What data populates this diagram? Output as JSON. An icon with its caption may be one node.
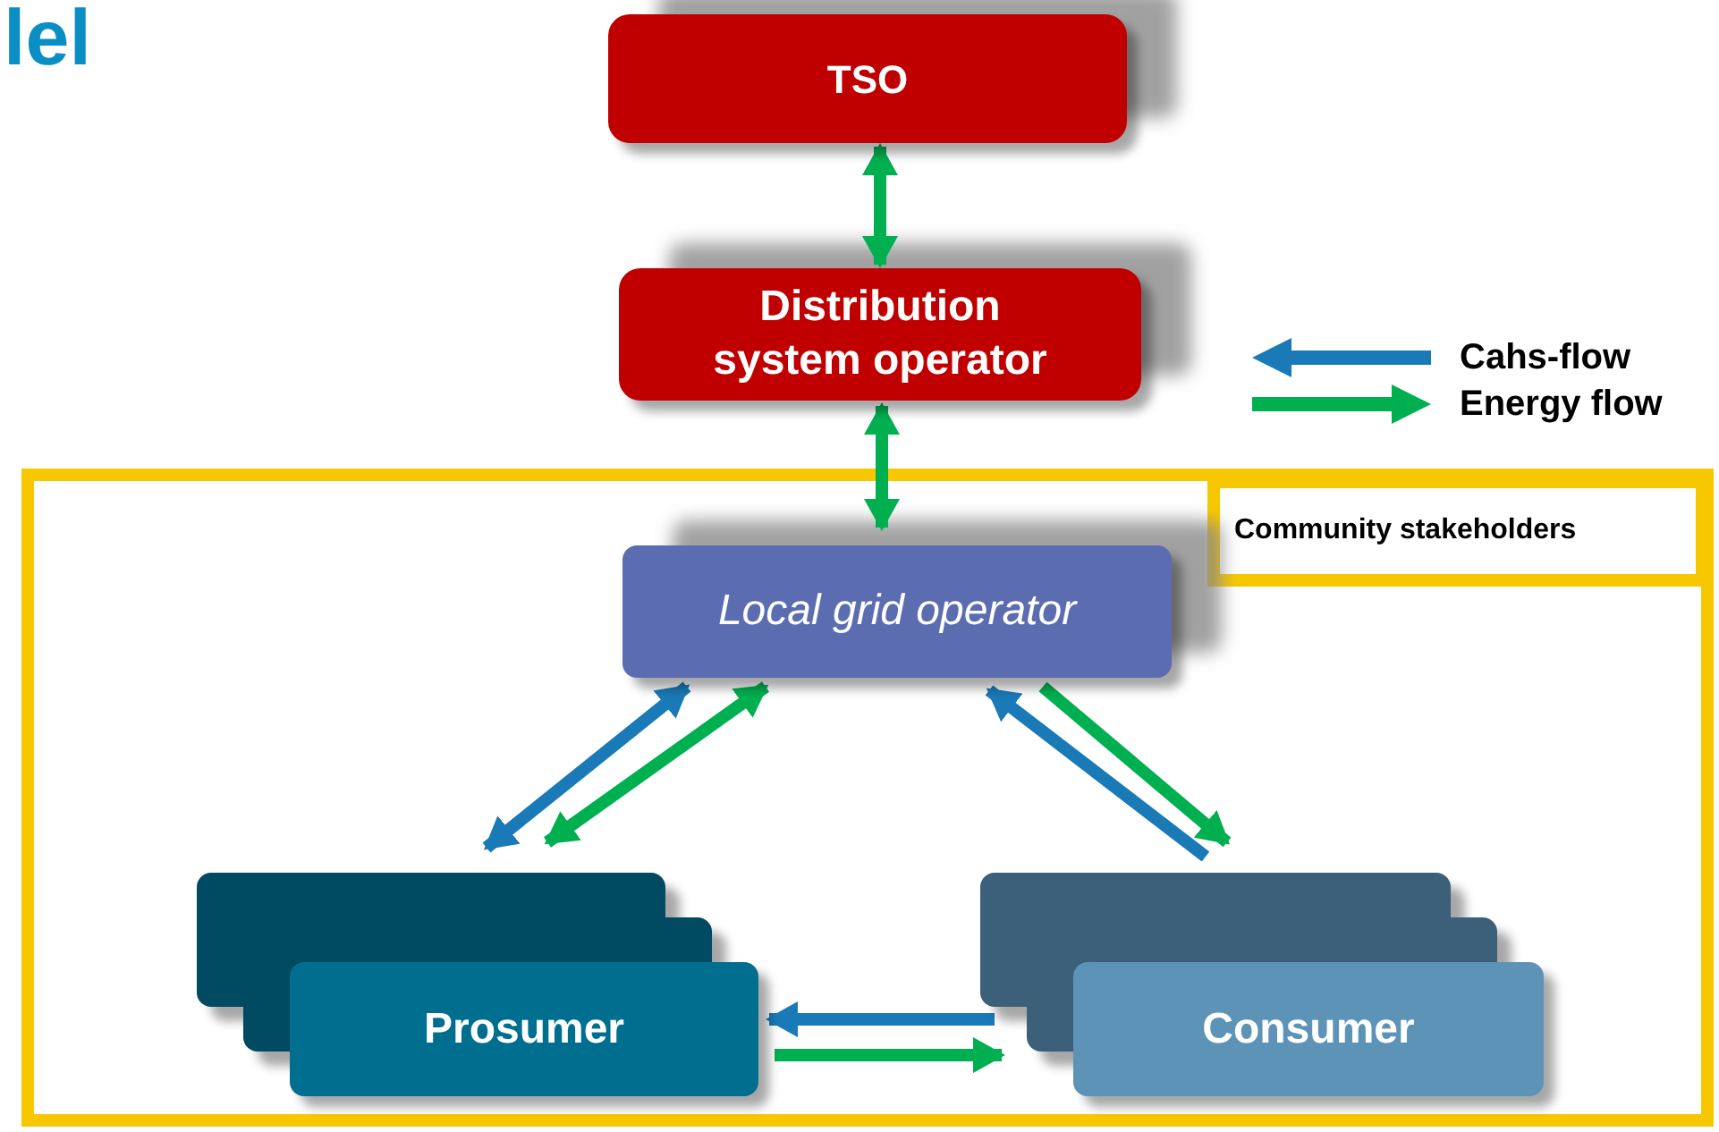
{
  "diagram": {
    "title": "lel",
    "nodes": [
      {
        "text": [
          "TSO"
        ]
      },
      {
        "text": [
          "Distribution system operator"
        ]
      },
      {
        "text": [
          "Community stakeholders"
        ]
      },
      {
        "text": [
          "Local grid operator"
        ],
        "in": 2
      },
      {
        "text": [
          "Prosumer"
        ],
        "in": 2
      },
      {
        "text": [
          "Consumer"
        ],
        "in": 2
      }
    ],
    "edges": [
      {
        "from": 0,
        "to": 1,
        "arrow": "both"
      },
      {
        "from": 1,
        "to": 3,
        "arrow": "both"
      },
      {
        "from": 3,
        "to": 4,
        "arrow": "both",
        "color": "#1a7ab8"
      },
      {
        "from": 3,
        "to": 4,
        "arrow": "both"
      },
      {
        "from": 5,
        "to": 3,
        "arrow": "to",
        "color": "#1a7ab8"
      },
      {
        "from": 3,
        "to": 5,
        "arrow": "to"
      },
      {
        "from": 5,
        "to": 4,
        "arrow": "to",
        "color": "#1a7ab8"
      },
      {
        "from": 4,
        "to": 5,
        "arrow": "to"
      }
    ],
    "legend": [
      {
        "text": "Cahs-flow"
      },
      {
        "text": "Energy flow"
      }
    ]
  }
}
